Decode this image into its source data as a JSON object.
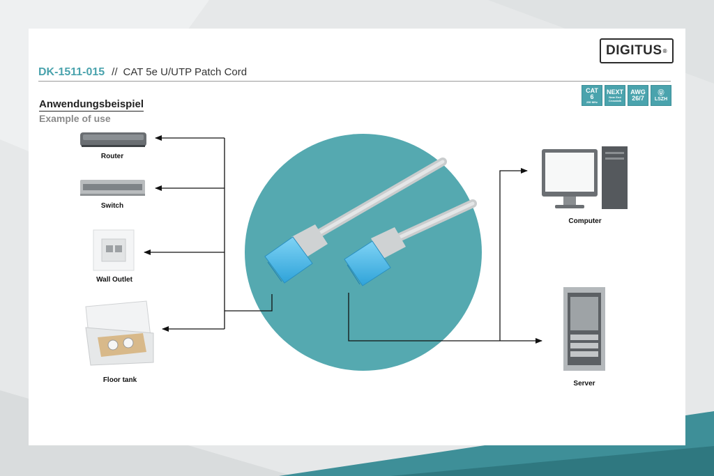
{
  "brand": {
    "logo_text": "DIGITUS",
    "logo_mark": "®"
  },
  "header": {
    "model": "DK-1511-015",
    "separator": "//",
    "product": "CAT 5e U/UTP Patch Cord"
  },
  "badges": [
    {
      "line1": "CAT",
      "line2": "6",
      "line3": "250 MHz"
    },
    {
      "line1": "NEXT",
      "line2": "Near End",
      "line3": "Crosstalk"
    },
    {
      "line1": "AWG",
      "line2": "26/7",
      "line3": ""
    },
    {
      "line1": "Ⓤ",
      "line2": "LSZH",
      "line3": ""
    }
  ],
  "section": {
    "title_de": "Anwendungsbeispiel",
    "title_en": "Example of use"
  },
  "devices": {
    "router": "Router",
    "switch": "Switch",
    "wall_outlet": "Wall Outlet",
    "floor_tank": "Floor tank",
    "computer": "Computer",
    "server": "Server"
  },
  "colors": {
    "accent": "#4aa3ad",
    "circle": "#55a9b0",
    "connector": "#4fb9e8"
  }
}
